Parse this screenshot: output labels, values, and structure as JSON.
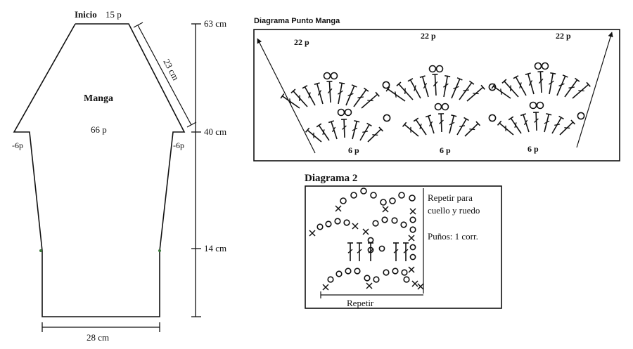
{
  "sleeve": {
    "top_label": "Inicio",
    "top_stitches": "15 p",
    "name": "Manga",
    "mid_stitches": "66 p",
    "left_decrease": "-6p",
    "right_decrease": "-6p",
    "slant_measure": "23 cm",
    "width_measure": "28 cm",
    "height_marks": [
      "63 cm",
      "40 cm",
      "14 cm"
    ]
  },
  "stitch_diagram": {
    "title": "Diagrama Punto Manga",
    "top_counts": [
      "22 p",
      "22 p",
      "22 p"
    ],
    "bottom_counts": [
      "6 p",
      "6 p",
      "6 p"
    ]
  },
  "diagram2": {
    "title": "Diagrama 2",
    "note1": "Repetir para",
    "note2": "cuello y ruedo",
    "note3": "Puños: 1 corr.",
    "repeat_label": "Repetir"
  }
}
